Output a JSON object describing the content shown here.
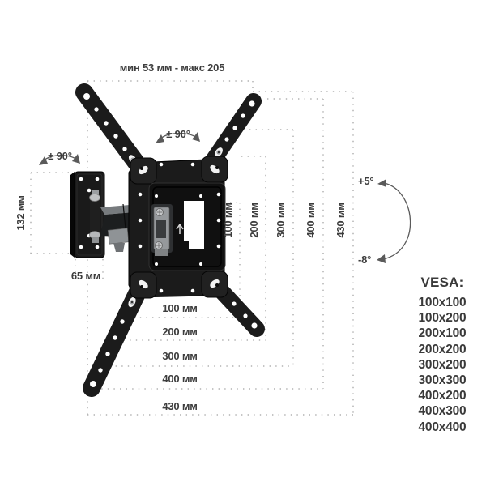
{
  "diagram": {
    "type": "tv-wall-mount-specification",
    "extension_range": "мин 53 мм - макс 205",
    "swivel_main": "± 90°",
    "swivel_wall": "± 90°",
    "wall_plate_height": "132 мм",
    "wall_plate_width": "65 мм",
    "tilt_up": "+5°",
    "tilt_down": "-8°",
    "vertical_dimensions": [
      "100 мм",
      "200 мм",
      "300 мм",
      "400 мм",
      "430 мм"
    ],
    "horizontal_dimensions": [
      "100 мм",
      "200 мм",
      "300 мм",
      "400 мм",
      "430 мм"
    ],
    "vesa": {
      "title": "VESA:",
      "sizes": [
        "100x100",
        "100x200",
        "200x100",
        "200x200",
        "300x200",
        "300x300",
        "400x200",
        "400x300",
        "400x400"
      ]
    },
    "icons": [
      "rotation-arrow-icon",
      "tilt-arc-icon",
      "dimension-dotted-lines",
      "wall-plate-figure",
      "tv-bracket-figure"
    ],
    "colors": {
      "text": "#3d3d3d",
      "dotted_line": "#b2b2b2",
      "bracket_black": "#1a1a1a",
      "metal_silver": "#96999c",
      "arc_stroke": "#5a5a5a"
    }
  }
}
